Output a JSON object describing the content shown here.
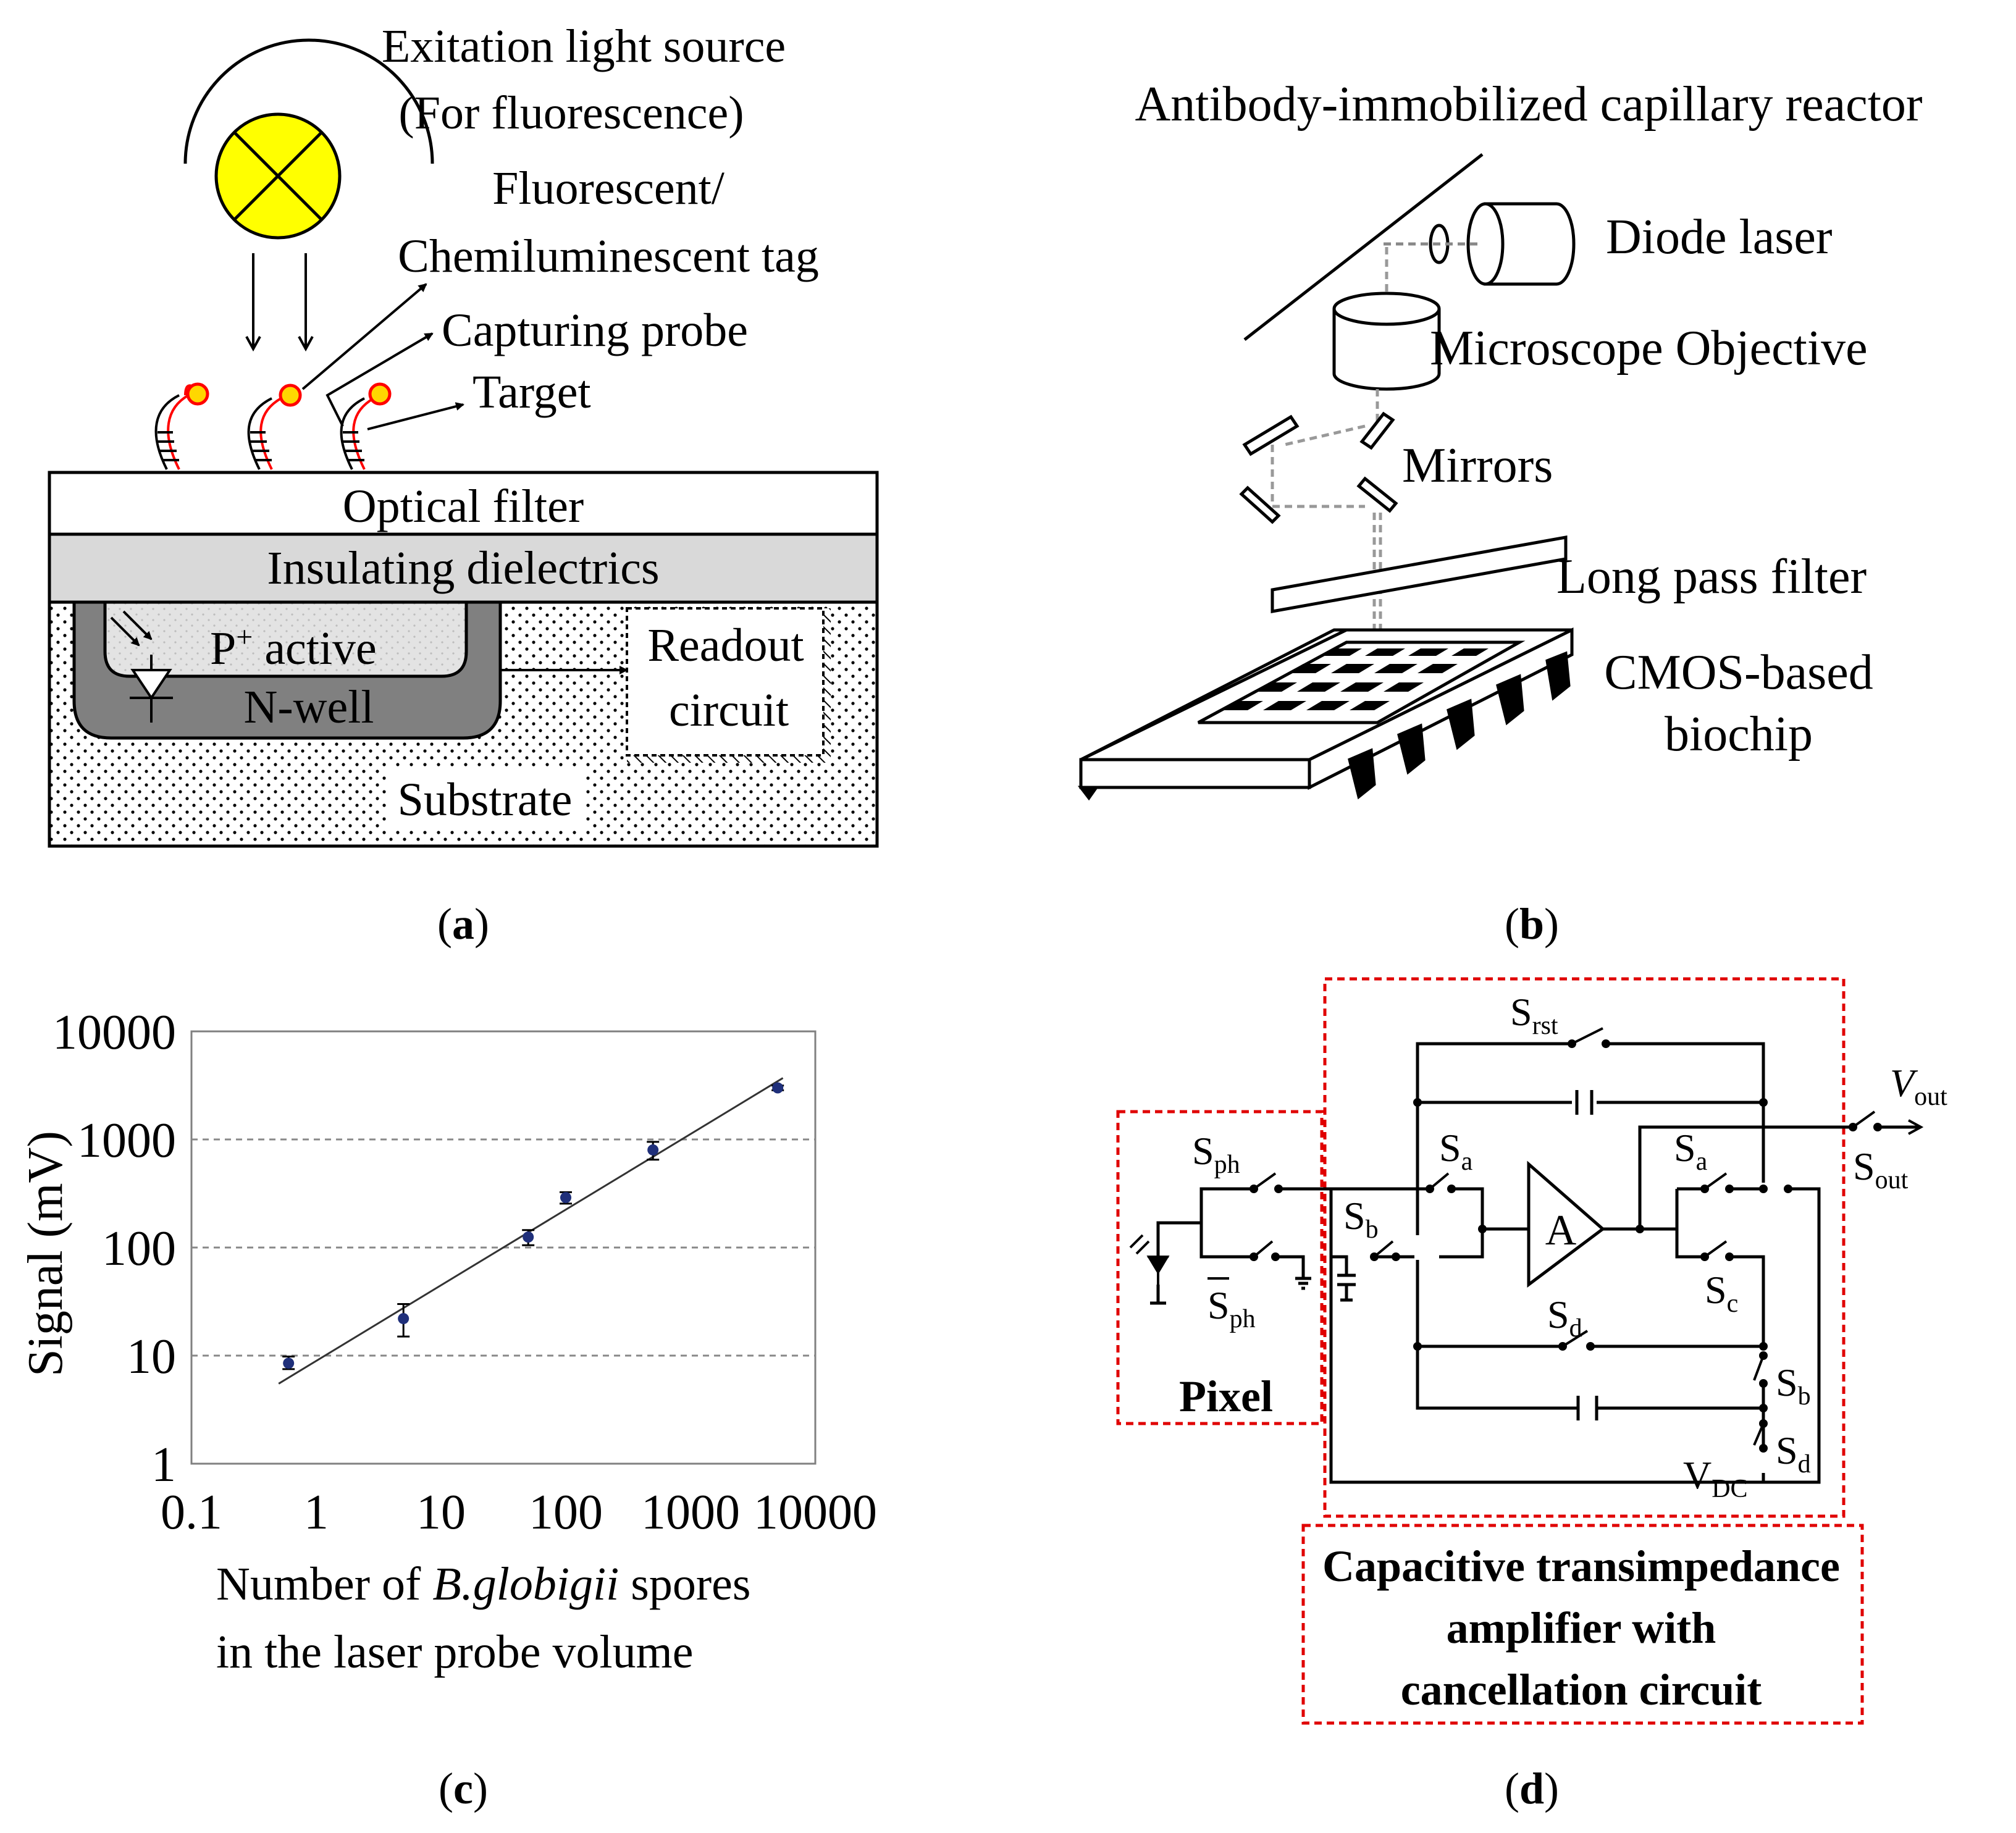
{
  "panel_a": {
    "caption": "a",
    "light_source_line1": "Exitation light source",
    "light_source_line2": "(For fluorescence)",
    "tag_line1": "Fluorescent/",
    "tag_line2": "Chemiluminescent tag",
    "capturing_probe": "Capturing probe",
    "target": "Target",
    "optical_filter": "Optical filter",
    "insulating": "Insulating dielectrics",
    "p_active_prefix": "P",
    "p_active_sup": "+",
    "p_active_suffix": " active",
    "nwell": "N-well",
    "readout_line1": "Readout",
    "readout_line2": "circuit",
    "substrate": "Substrate"
  },
  "panel_b": {
    "caption": "b",
    "reactor": "Antibody-immobilized capillary reactor",
    "diode_laser": "Diode laser",
    "objective": "Microscope Objective",
    "mirrors": "Mirrors",
    "long_pass": "Long pass filter",
    "biochip_line1": "CMOS-based",
    "biochip_line2": "biochip"
  },
  "panel_c": {
    "caption": "c",
    "ylabel": "Signal (mV)",
    "xlabel_pre": "Number of ",
    "xlabel_ital": "B.globigii",
    "xlabel_post": " spores",
    "xlabel_line2": "in the laser probe volume"
  },
  "chart_data": {
    "type": "scatter",
    "x_scale": "log",
    "y_scale": "log",
    "xlim": [
      0.1,
      10000
    ],
    "ylim": [
      1,
      10000
    ],
    "x_ticks": [
      "0.1",
      "1",
      "10",
      "100",
      "1000",
      "10000"
    ],
    "y_ticks": [
      "10000",
      "1000",
      "100",
      "10",
      "1"
    ],
    "grid": "horizontal dashed at 10, 100, 1000",
    "points": [
      {
        "x": 0.6,
        "y": 8.5,
        "err_low": 7.5,
        "err_high": 9.8
      },
      {
        "x": 5,
        "y": 22,
        "err_low": 15,
        "err_high": 30
      },
      {
        "x": 50,
        "y": 125,
        "err_low": 105,
        "err_high": 145
      },
      {
        "x": 100,
        "y": 290,
        "err_low": 255,
        "err_high": 325
      },
      {
        "x": 500,
        "y": 800,
        "err_low": 650,
        "err_high": 950
      },
      {
        "x": 5000,
        "y": 3000,
        "err_low": 2850,
        "err_high": 3150
      }
    ],
    "fit_line": {
      "x": [
        0.5,
        5500
      ],
      "y": [
        5.5,
        3700
      ]
    }
  },
  "panel_d": {
    "caption": "d",
    "pixel_label": "Pixel",
    "cta_line1": "Capacitive transimpedance",
    "cta_line2": "amplifier with",
    "cta_line3": "cancellation circuit",
    "amp": "A",
    "s_rst": {
      "base": "S",
      "sub": "rst"
    },
    "v_out": {
      "base": "V",
      "sub": "out"
    },
    "s_out": {
      "base": "S",
      "sub": "out"
    },
    "s_ph": {
      "base": "S",
      "sub": "ph"
    },
    "s_ph_bar": {
      "base": "S",
      "sub": "ph"
    },
    "s_a_left": {
      "base": "S",
      "sub": "a"
    },
    "s_a_right": {
      "base": "S",
      "sub": "a"
    },
    "s_b_left": {
      "base": "S",
      "sub": "b"
    },
    "s_b_right": {
      "base": "S",
      "sub": "b"
    },
    "s_c": {
      "base": "S",
      "sub": "c"
    },
    "s_d_mid": {
      "base": "S",
      "sub": "d"
    },
    "s_d_right": {
      "base": "S",
      "sub": "d"
    },
    "v_dc": {
      "base": "V",
      "sub": "DC"
    }
  },
  "colors": {
    "lamp": "#ffff00",
    "tag": "#ff0000",
    "dielectric": "#d9d9d9",
    "nwell": "#808080",
    "dashed_red": "#e00000",
    "point": "#1f2f7a"
  }
}
